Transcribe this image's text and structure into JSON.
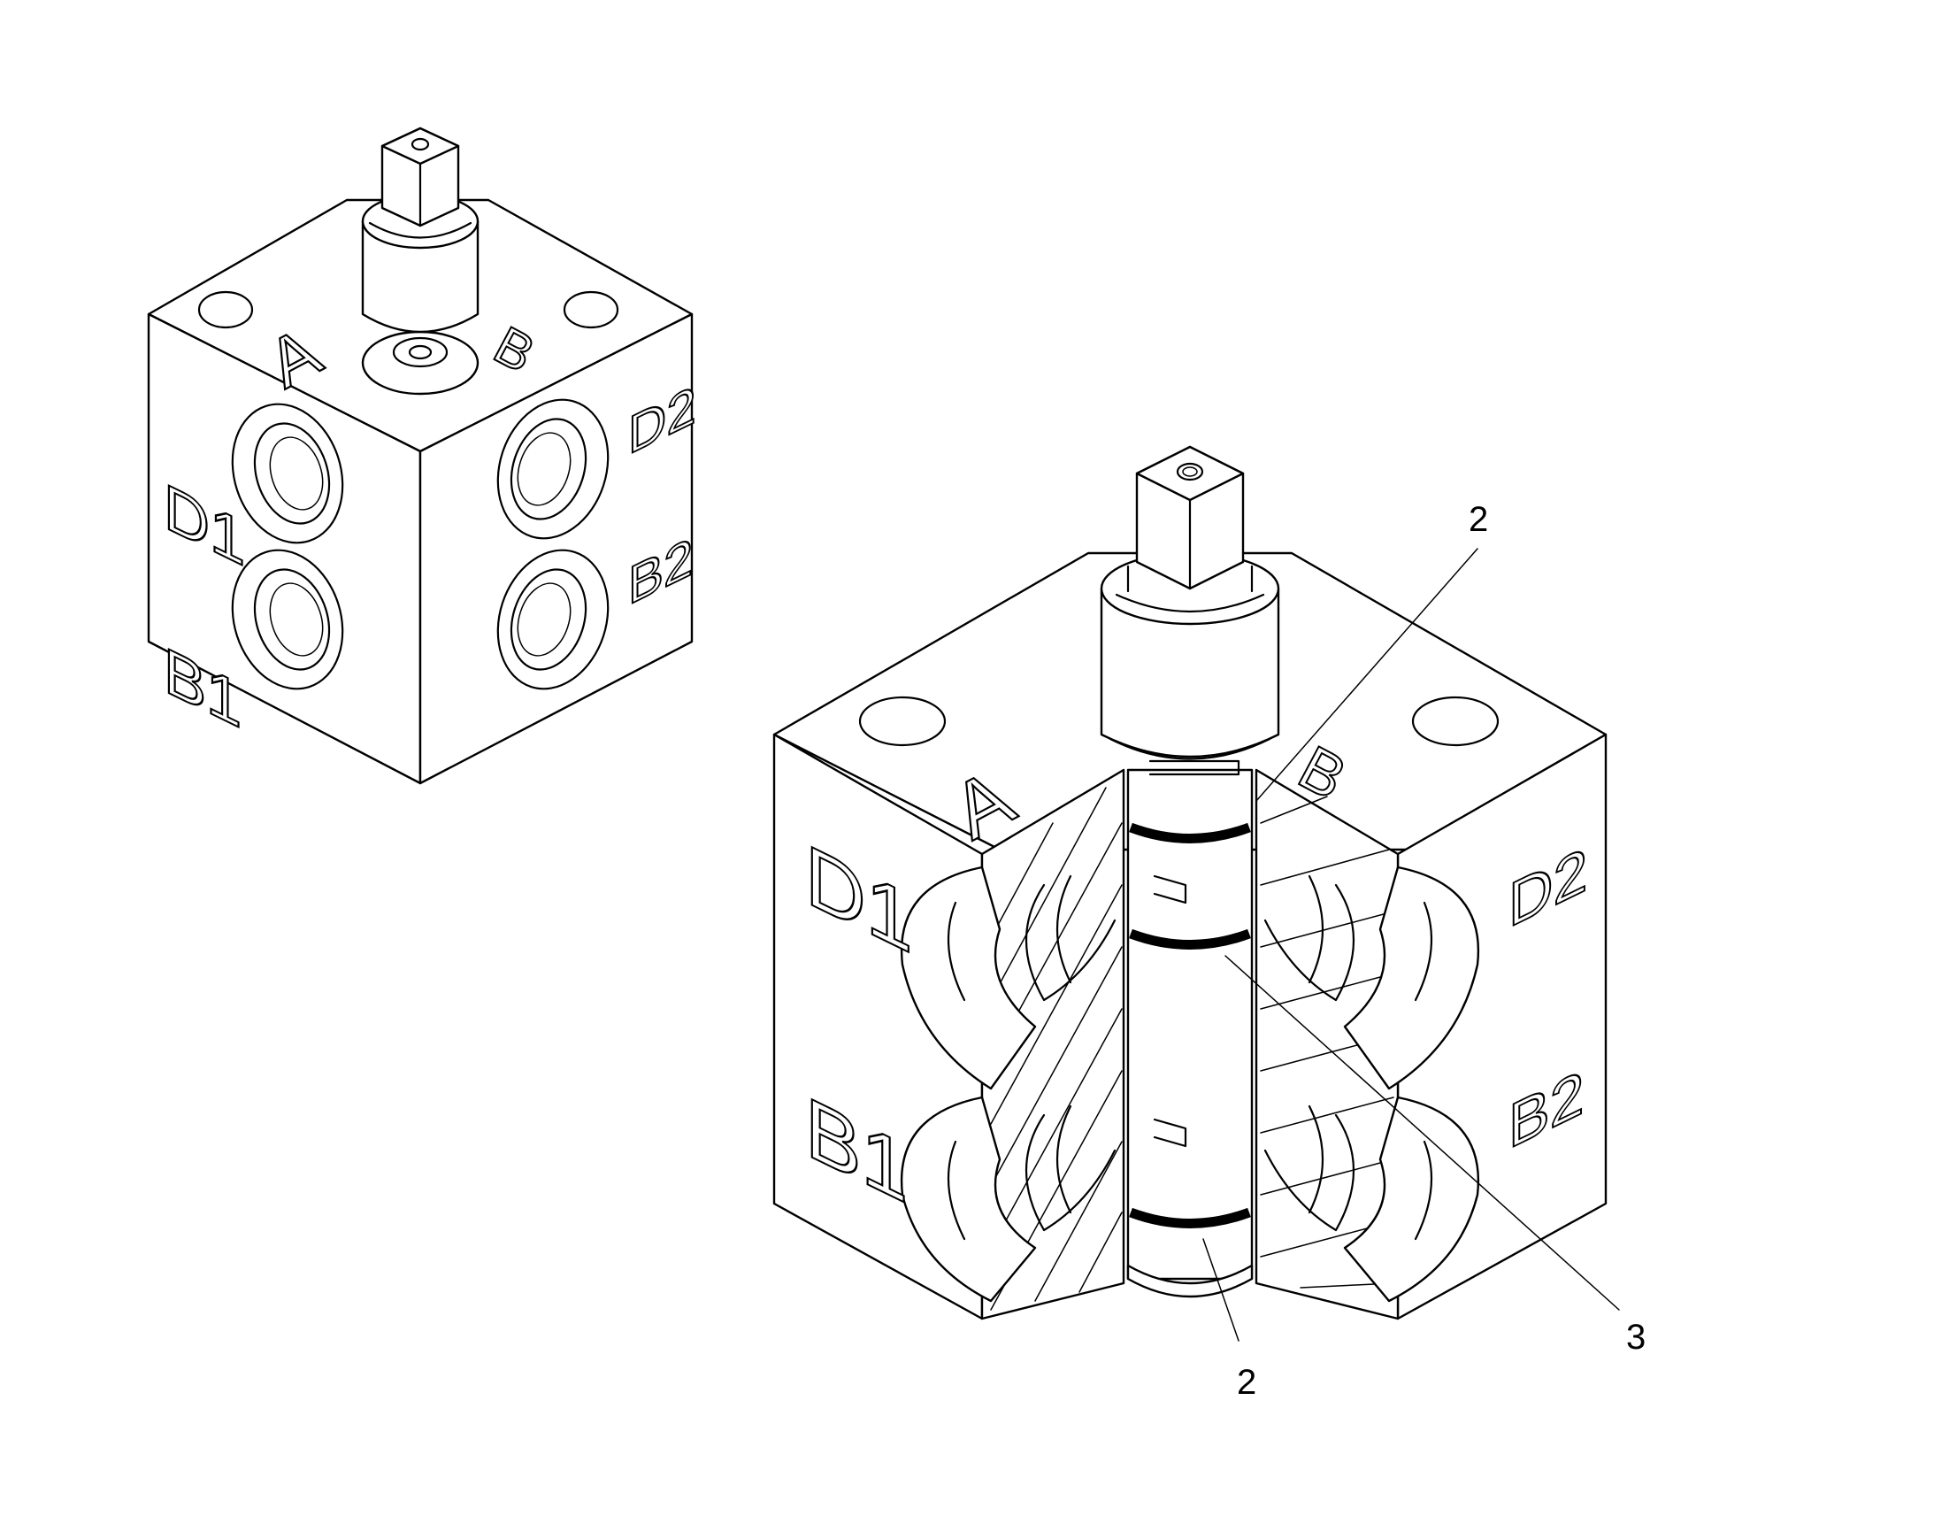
{
  "small_block": {
    "ports": {
      "a": "A",
      "b": "B",
      "d1": "D1",
      "d2": "D2",
      "b1": "B1",
      "b2": "B2"
    }
  },
  "sectioned_block": {
    "ports": {
      "a": "A",
      "b": "B",
      "d1": "D1",
      "d2": "D2",
      "b1": "B1",
      "b2": "B2"
    }
  },
  "callouts": {
    "top_oring": "2",
    "bottom_oring": "2",
    "middle_oring": "3"
  }
}
